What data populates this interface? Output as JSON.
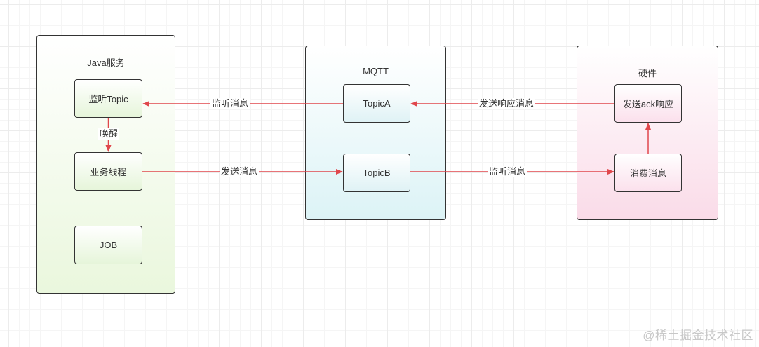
{
  "colors": {
    "edge": "#e0474c",
    "border": "#333333",
    "java_fill": "#eaf7dd",
    "mqtt_fill": "#dcf3f6",
    "hardware_fill": "#fadbe8"
  },
  "containers": {
    "java": {
      "title": "Java服务"
    },
    "mqtt": {
      "title": "MQTT"
    },
    "hardware": {
      "title": "硬件"
    }
  },
  "nodes": {
    "listen_topic": "监听Topic",
    "business_thread": "业务线程",
    "job": "JOB",
    "topic_a": "TopicA",
    "topic_b": "TopicB",
    "send_ack": "发送ack响应",
    "consume_message": "消费消息"
  },
  "edges": {
    "wake": "唤醒",
    "topic_a_to_listen": "监听消息",
    "business_to_topic_b": "发送消息",
    "ack_to_topic_a": "发送响应消息",
    "topic_b_to_consume": "监听消息"
  },
  "watermark": "@稀土掘金技术社区"
}
